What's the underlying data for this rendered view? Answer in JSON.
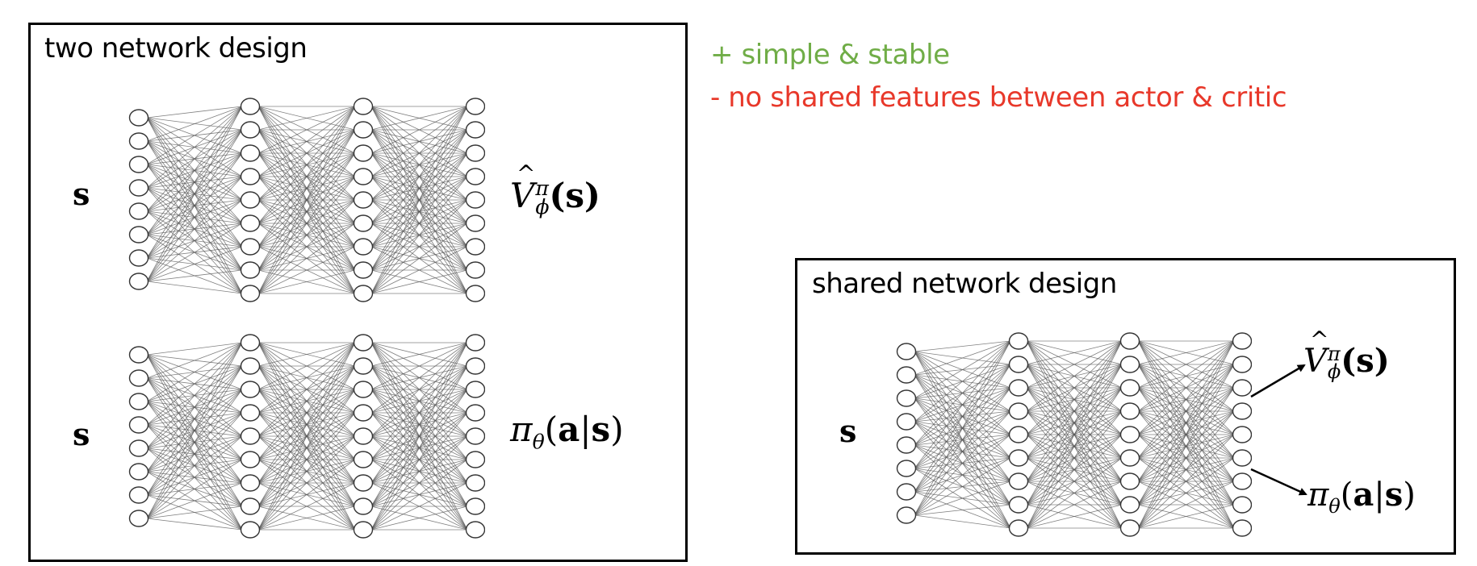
{
  "left_panel": {
    "title": "two network design",
    "critic_network": {
      "input_label": "s",
      "output_label": {
        "symbol": "V",
        "hat": "^",
        "superscript": "π",
        "subscript": "ϕ",
        "argument": "(s)"
      },
      "layer_sizes": [
        8,
        9,
        9,
        9
      ]
    },
    "actor_network": {
      "input_label": "s",
      "output_label": {
        "symbol": "π",
        "subscript": "θ",
        "argument_open": "(",
        "action": "a",
        "separator": "|",
        "state": "s",
        "argument_close": ")"
      },
      "layer_sizes": [
        8,
        9,
        9,
        9
      ]
    }
  },
  "notes": {
    "pro": {
      "text": "+ simple & stable",
      "color": "#70AD47"
    },
    "con": {
      "text": "- no shared features between actor & critic",
      "color": "#E8382A"
    }
  },
  "right_panel": {
    "title": "shared network design",
    "shared_network": {
      "input_label": "s",
      "layer_sizes": [
        8,
        9,
        9,
        9
      ],
      "value_head_label": {
        "symbol": "V",
        "hat": "^",
        "superscript": "π",
        "subscript": "ϕ",
        "argument": "(s)"
      },
      "policy_head_label": {
        "symbol": "π",
        "subscript": "θ",
        "argument_open": "(",
        "action": "a",
        "separator": "|",
        "state": "s",
        "argument_close": ")"
      }
    }
  },
  "colors": {
    "node_stroke": "#333333",
    "edge": "#555555",
    "border": "#000000"
  }
}
